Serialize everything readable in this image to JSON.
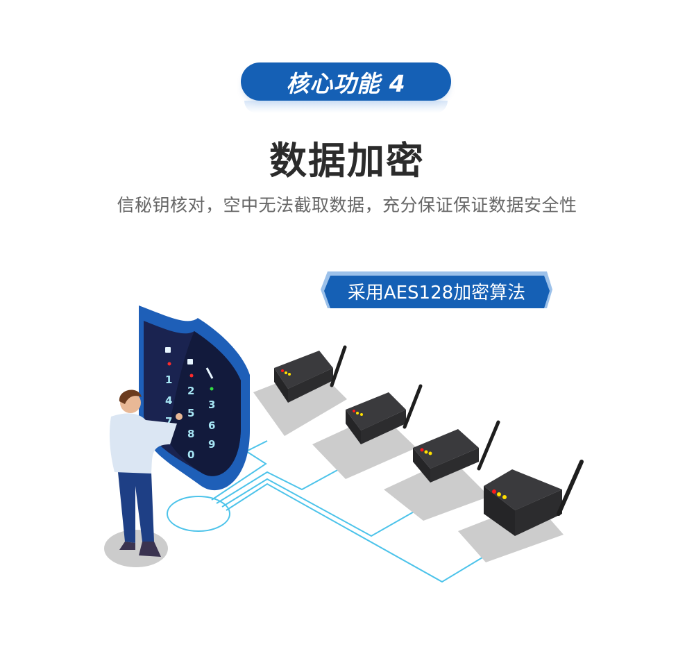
{
  "header": {
    "badge_label": "核心功能 4",
    "title": "数据加密",
    "subtitle": "信秘钥核对，空中无法截取数据，充分保证保证数据安全性"
  },
  "feature_tag": {
    "label": "采用AES128加密算法"
  },
  "illustration": {
    "shield": {
      "keypad_digits": [
        "1",
        "2",
        "3",
        "4",
        "5",
        "6",
        "7",
        "8",
        "9",
        "0"
      ],
      "icons": [
        "lock-icon",
        "lock-icon",
        "key-icon"
      ],
      "indicator_colors": [
        "#ff2b2b",
        "#ff2b2b",
        "#33dd44"
      ]
    },
    "devices_count": 4,
    "device_led_colors": [
      "#ff1a1a",
      "#ffe000",
      "#ffe000"
    ],
    "colors": {
      "brand_blue": "#1560b5",
      "shield_dark": "#1a2350",
      "network_line": "#4cc3ea",
      "device_body": "#333538",
      "shadow_gray": "#cccccc"
    }
  }
}
